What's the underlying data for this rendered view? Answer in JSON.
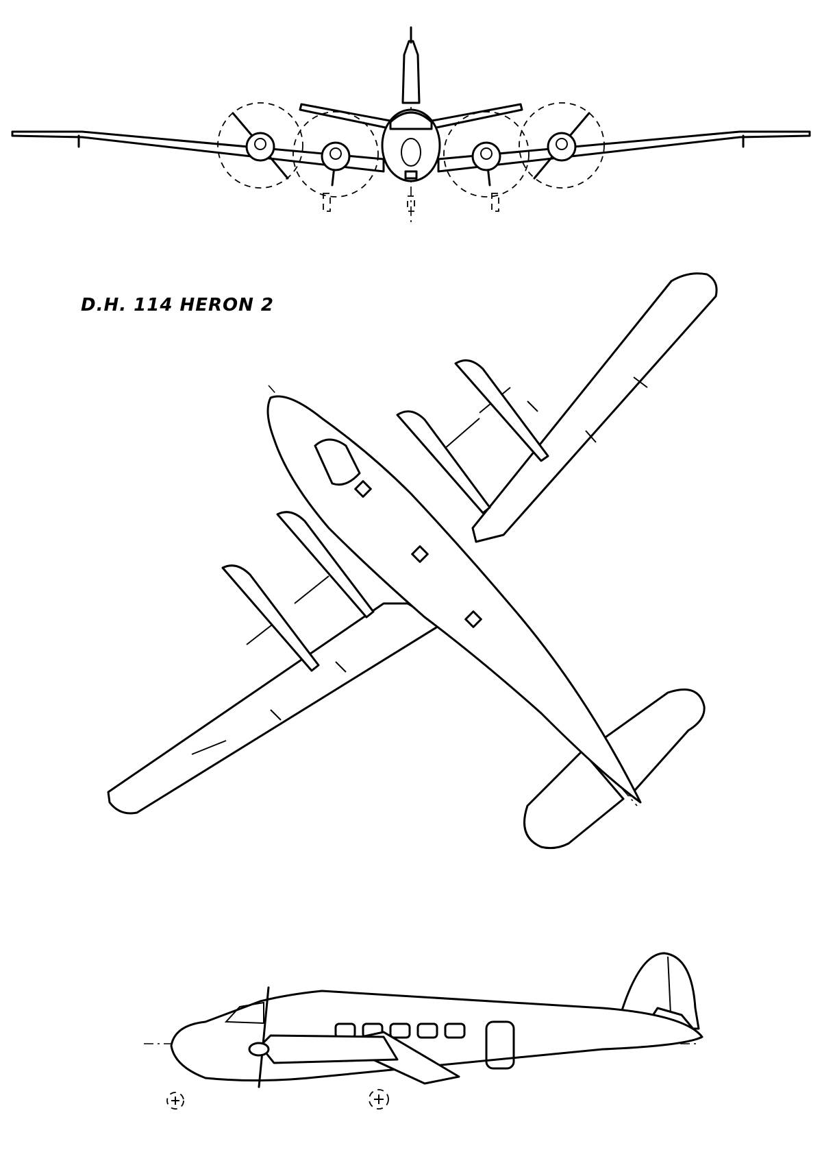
{
  "drawing": {
    "title": "D.H. 114  HERON 2",
    "views": [
      "front-view",
      "plan-view",
      "side-view"
    ],
    "line_color": "#000000",
    "background_color": "#ffffff"
  }
}
